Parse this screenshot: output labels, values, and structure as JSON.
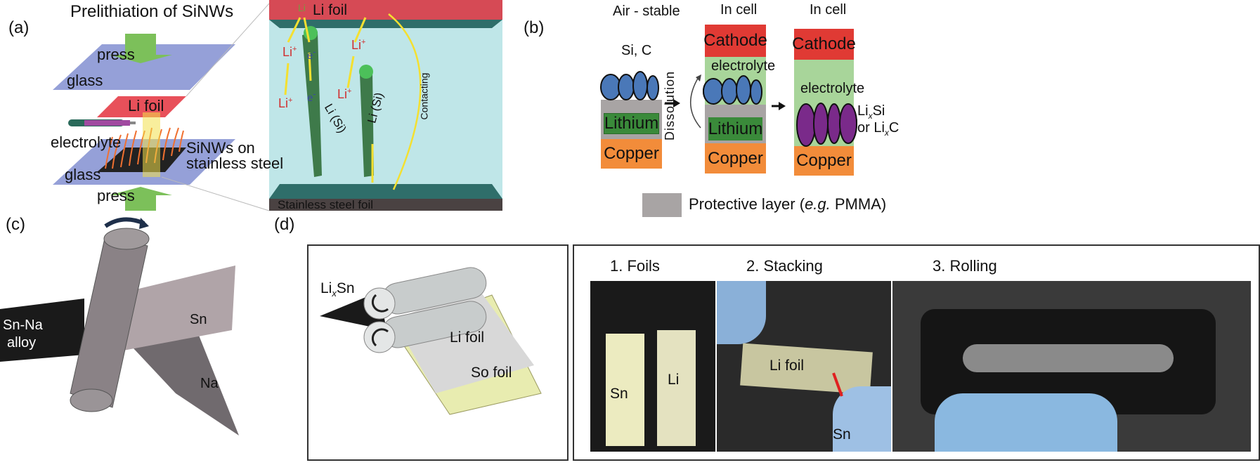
{
  "panel_a": {
    "label": "(a)",
    "title": "Prelithiation of SiNWs",
    "press_top": "press",
    "press_bottom": "press",
    "glass_top": "glass",
    "glass_bottom": "glass",
    "li_foil": "Li foil",
    "electrolyte": "electrolyte",
    "sinws_line1": "SiNWs on",
    "sinws_line2": "stainless steel",
    "zoom": {
      "li_foil": "Li foil",
      "li_top": "Li",
      "li_ion": "Li",
      "plus": "+",
      "electron": "e",
      "minus": "-",
      "li_si": "Li (Si)",
      "contacting": "Contacting",
      "stainless": "Stainless steel foil"
    }
  },
  "panel_b": {
    "label": "(b)",
    "col1": {
      "header": "Air - stable",
      "particles": "Si, C",
      "lithium": "Lithium",
      "copper": "Copper"
    },
    "dissolution": "Dissolution",
    "col2": {
      "header": "In cell",
      "cathode": "Cathode",
      "electrolyte": "electrolyte",
      "lithium": "Lithium",
      "copper": "Copper"
    },
    "col3": {
      "header": "In cell",
      "cathode": "Cathode",
      "electrolyte": "electrolyte",
      "copper": "Copper"
    },
    "product_line1_a": "Li",
    "product_line1_x": "x",
    "product_line1_b": "Si",
    "product_line2_a": "or Li",
    "product_line2_x": "x",
    "product_line2_b": "C",
    "legend": {
      "pre": "Protective layer (",
      "italic": "e.g.",
      "post": " PMMA)"
    },
    "colors": {
      "cathode": "#e03a34",
      "electrolyte": "#a8d59a",
      "lithium": "#3a8a3a",
      "copper": "#f28c3a",
      "protective": "#a8a4a4",
      "particles_si": "#4a78b8",
      "particles_lix": "#7a2a8a"
    }
  },
  "panel_c": {
    "label": "(c)",
    "alloy_line1": "Sn-Na",
    "alloy_line2": "alloy",
    "sn": "Sn",
    "na": "Na"
  },
  "panel_d": {
    "label": "(d)",
    "schematic": {
      "lixsn_a": "Li",
      "lixsn_x": "x",
      "lixsn_b": "Sn",
      "li_foil": "Li foil",
      "so_foil": "So foil"
    },
    "photos": {
      "step1": "1. Foils",
      "step2": "2. Stacking",
      "step3": "3. Rolling",
      "sn": "Sn",
      "li": "Li",
      "li_foil": "Li foil",
      "sn_arrow": "Sn"
    }
  }
}
